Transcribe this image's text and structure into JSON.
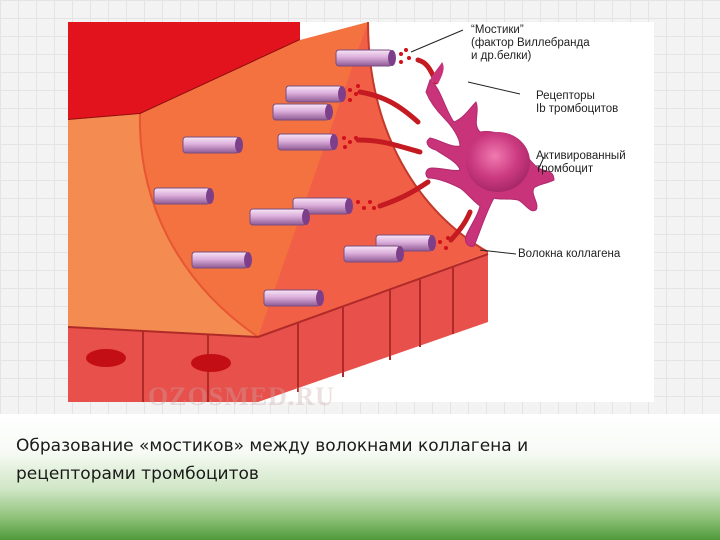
{
  "labels": {
    "bridges_line1": "“Мостики”",
    "bridges_line2": "(фактор Виллебранда",
    "bridges_line3": "и др.белки)",
    "receptors_line1": "Рецепторы",
    "receptors_line2": "Ib тромбоцитов",
    "activated_line1": "Активированный",
    "activated_line2": "тромбоцит",
    "collagen": "Волокна коллагена"
  },
  "watermark": "OZOSMED.RU",
  "caption": {
    "line1": "Образование «мостиков» между волокнами коллагена и",
    "line2": "рецепторами тромбоцитов"
  },
  "colors": {
    "blood": "#e2131c",
    "subendothelium": "#f3723f",
    "vessel_wall": "#f25d48",
    "endothelium": "#e8504c",
    "platelet": "#c8337a",
    "fiber": "#d9a3d6",
    "receptor": "#c41a22"
  }
}
